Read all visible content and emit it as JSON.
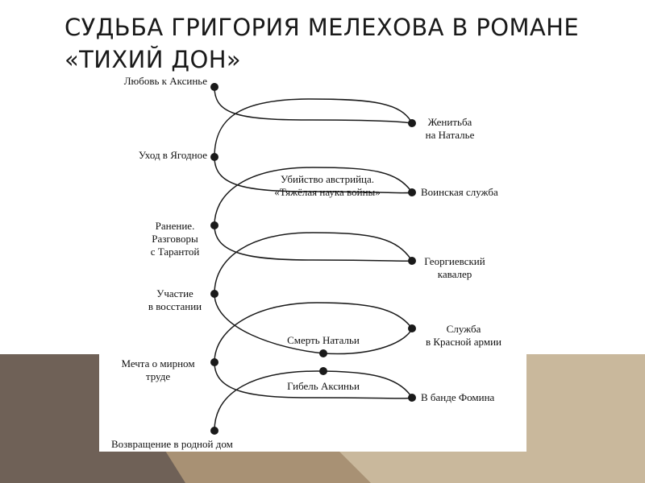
{
  "slide": {
    "title": "Судьба Григория Мелехова в романе «Тихий Дон»"
  },
  "diagram": {
    "left_events": [
      {
        "lines": [
          "Любовь к Аксинье"
        ]
      },
      {
        "lines": [
          "Уход в Ягодное"
        ]
      },
      {
        "lines": [
          "Ранение.",
          "Разговоры",
          "с Тарантой"
        ]
      },
      {
        "lines": [
          "Участие",
          "в восстании"
        ]
      },
      {
        "lines": [
          "Мечта о мирном",
          "труде"
        ]
      },
      {
        "lines": [
          "Возвращение в родной дом"
        ]
      }
    ],
    "right_events": [
      {
        "lines": [
          "Женитьба",
          "на Наталье"
        ]
      },
      {
        "lines": [
          "Воинская служба"
        ]
      },
      {
        "lines": [
          "Георгиевский",
          "кавалер"
        ]
      },
      {
        "lines": [
          "Служба",
          "в Красной армии"
        ]
      },
      {
        "lines": [
          "В банде Фомина"
        ]
      }
    ],
    "middle_events": [
      {
        "lines": [
          "Убийство австрийца.",
          "«Тяжёлая наука войны»"
        ]
      },
      {
        "lines": [
          "Смерть Натальи"
        ]
      },
      {
        "lines": [
          "Гибель Аксиньи"
        ]
      }
    ]
  },
  "colors": {
    "line": "#1a1a1a",
    "band_dark": "#6f6157",
    "band_mid": "#a89174",
    "band_light": "#c9b89c"
  }
}
